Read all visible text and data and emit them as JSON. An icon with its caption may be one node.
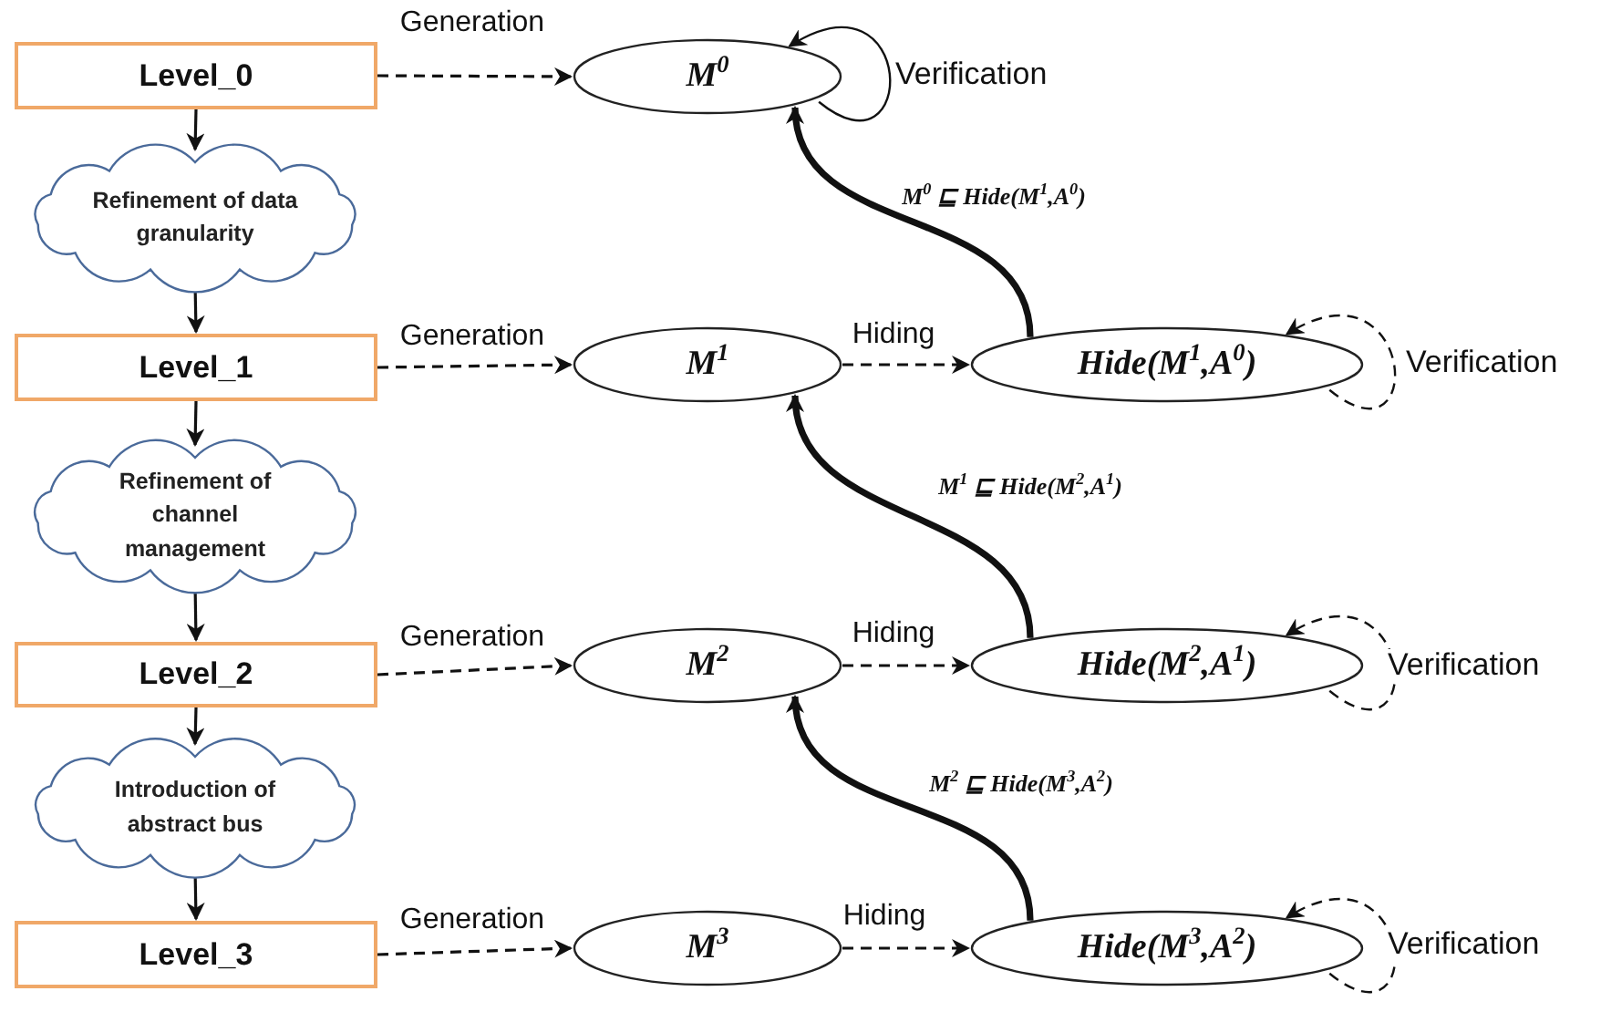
{
  "diagram": {
    "nodes": [
      {
        "text": [
          "Level_0"
        ]
      },
      {
        "text": [
          "Refinement of data granularity"
        ]
      },
      {
        "text": [
          "Level_1"
        ]
      },
      {
        "text": [
          "Refinement of channel management"
        ]
      },
      {
        "text": [
          "Level_2"
        ]
      },
      {
        "text": [
          "Introduction of abstract bus"
        ]
      },
      {
        "text": [
          "Level_3"
        ]
      },
      {
        "text": [
          "M$^{0}$"
        ]
      },
      {
        "text": [
          "M$^{1}$"
        ]
      },
      {
        "text": [
          "Hide(M$^{1}$,A$^{0}$)"
        ]
      },
      {
        "text": [
          "M$^{2}$"
        ]
      },
      {
        "text": [
          "Hide(M$^{2}$,A$^{1}$)"
        ]
      },
      {
        "text": [
          "M$^{3}$"
        ]
      },
      {
        "text": [
          "Hide(M$^{3}$,A$^{2}$)"
        ]
      }
    ],
    "edges": [
      {
        "from": 0,
        "to": 1,
        "arrow": "to"
      },
      {
        "from": 1,
        "to": 2,
        "arrow": "to"
      },
      {
        "from": 2,
        "to": 3,
        "arrow": "to"
      },
      {
        "from": 3,
        "to": 4,
        "arrow": "to"
      },
      {
        "from": 4,
        "to": 5,
        "arrow": "to"
      },
      {
        "from": 5,
        "to": 6,
        "arrow": "to"
      },
      {
        "from": 0,
        "to": 7,
        "arrow": "to",
        "label": "Generation",
        "style": "dashed"
      },
      {
        "from": 2,
        "to": 8,
        "arrow": "to",
        "label": "Generation",
        "style": "dashed"
      },
      {
        "from": 4,
        "to": 10,
        "arrow": "to",
        "label": "Generation",
        "style": "dashed"
      },
      {
        "from": 6,
        "to": 12,
        "arrow": "to",
        "label": "Generation",
        "style": "dashed"
      },
      {
        "from": 8,
        "to": 9,
        "arrow": "to",
        "label": "Hiding",
        "style": "dashed"
      },
      {
        "from": 10,
        "to": 11,
        "arrow": "to",
        "label": "Hiding",
        "style": "dashed"
      },
      {
        "from": 12,
        "to": 13,
        "arrow": "to",
        "label": "Hiding",
        "style": "dashed"
      },
      {
        "from": 9,
        "to": 7,
        "arrow": "to",
        "label": "M$^{0}$ ⊑ Hide(M$^{1}$,A$^{0}$)",
        "style": "thick"
      },
      {
        "from": 11,
        "to": 8,
        "arrow": "to",
        "label": "M$^{1}$ ⊑ Hide(M$^{2}$,A$^{1}$)",
        "style": "thick"
      },
      {
        "from": 13,
        "to": 10,
        "arrow": "to",
        "label": "M$^{2}$ ⊑ Hide(M$^{3}$,A$^{2}$)",
        "style": "thick"
      },
      {
        "from": 7,
        "to": 7,
        "arrow": "to",
        "label": "Verification"
      },
      {
        "from": 9,
        "to": 9,
        "arrow": "to",
        "label": "Verification",
        "style": "dashed"
      },
      {
        "from": 11,
        "to": 11,
        "arrow": "to",
        "label": "Verification",
        "style": "dashed"
      },
      {
        "from": 13,
        "to": 13,
        "arrow": "to",
        "label": "Verification",
        "style": "dashed"
      }
    ]
  }
}
